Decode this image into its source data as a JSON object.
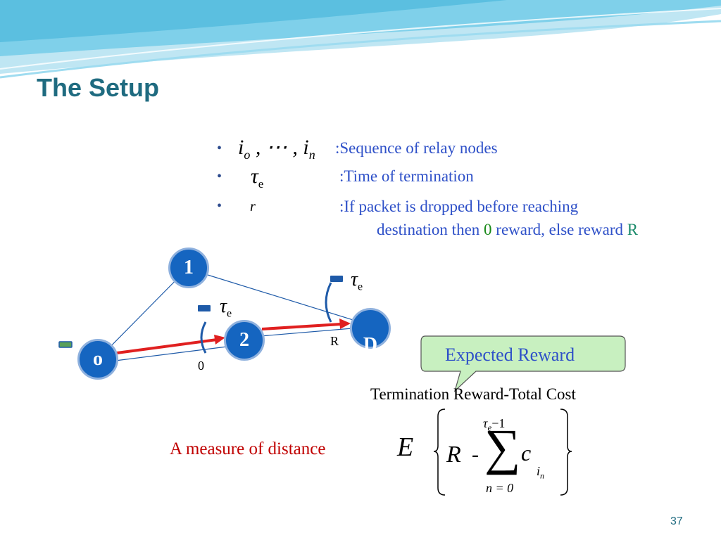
{
  "slide": {
    "title": "The Setup",
    "page_number": "37"
  },
  "bullets": [
    {
      "symbol": "i_o , ⋯ , i_n",
      "text": ":Sequence of relay nodes"
    },
    {
      "symbol": "τ_e",
      "text": ":Time of termination"
    },
    {
      "symbol": "r",
      "text": ":If packet is dropped before reaching",
      "text2": "destination then ",
      "zero": "0",
      "text3": " reward, else reward ",
      "R": "R"
    }
  ],
  "diagram": {
    "nodes": {
      "o": "o",
      "n1": "1",
      "n2": "2",
      "d": "D"
    },
    "tau": "τ",
    "e": "e",
    "zero_label": "0",
    "r_label": "R"
  },
  "callout": {
    "label": "Expected Reward"
  },
  "formula": {
    "caption": "Termination Reward-Total Cost",
    "E": "E",
    "R": "R",
    "minus": "-",
    "sum": "∑",
    "upper": "τ",
    "upper_sub": "e",
    "upper_tail": "−1",
    "lower": "n = 0",
    "c": "c",
    "i": "i",
    "n": "n"
  },
  "measure_label": "A measure of distance",
  "colors": {
    "title": "#1f6b80",
    "text": "#2e50c8",
    "edge": "#e02020",
    "node": "#1565c0",
    "callout_bg": "#c8f0c0",
    "green": "#1a8a1a",
    "red": "#c00000"
  }
}
